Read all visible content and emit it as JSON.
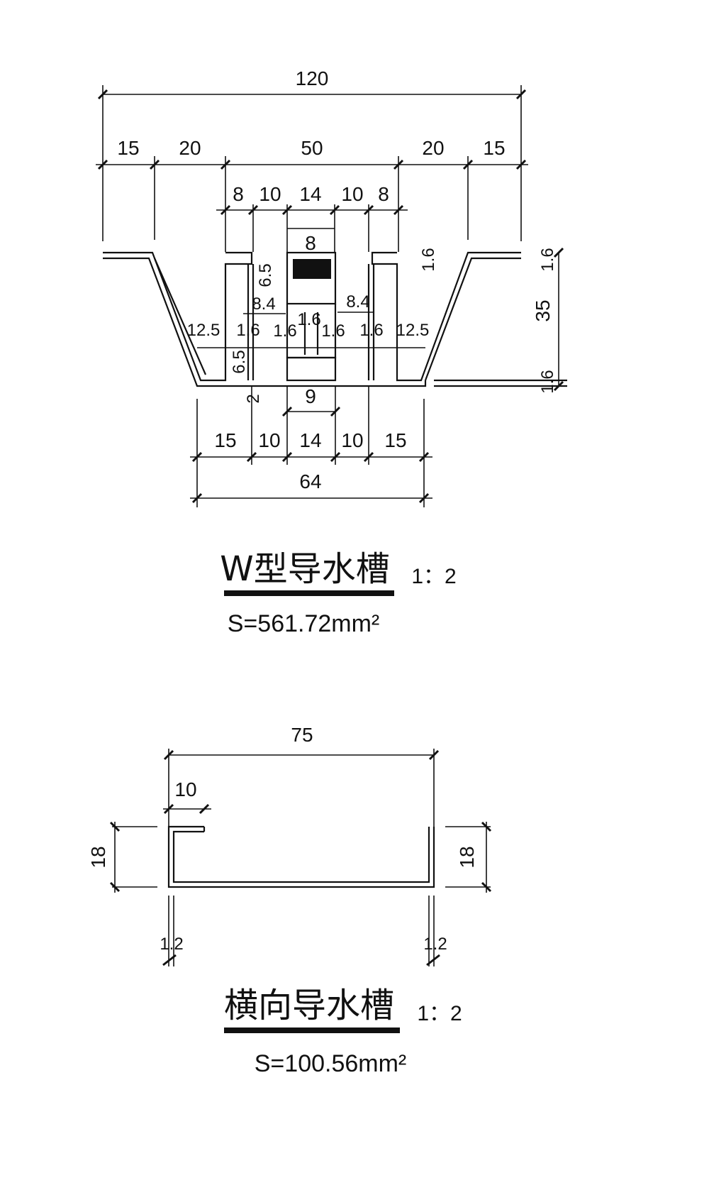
{
  "w_channel": {
    "title": "W型导水槽",
    "scale": "1：2",
    "area": "S=561.72mm²",
    "dims": {
      "overall_top": "120",
      "top_segments": [
        "15",
        "20",
        "50",
        "20",
        "15"
      ],
      "inner_segments": [
        "8",
        "10",
        "14",
        "10",
        "8"
      ],
      "slot": "8",
      "left_thk": "1.6",
      "right_thk_top": "1.6",
      "height": "35",
      "right_thk_bot": "1.6",
      "t65": "6.5",
      "w84_left": "8.4",
      "w84_right": "8.4",
      "w125_left": "12.5",
      "t16_a": "1.6",
      "t16_b": "1.6",
      "t16_c": "1.6",
      "t16_d": "1.6",
      "t16_e": "1.6",
      "w125_right": "12.5",
      "t65_b": "6.5",
      "t2": "2",
      "w9": "9",
      "bottom_segments": [
        "15",
        "10",
        "14",
        "10",
        "15"
      ],
      "overall_bottom": "64"
    }
  },
  "h_channel": {
    "title": "横向导水槽",
    "scale": "1：2",
    "area": "S=100.56mm²",
    "dims": {
      "overall": "75",
      "lip": "10",
      "left_height": "18",
      "right_height": "18",
      "left_thk": "1.2",
      "right_thk": "1.2"
    }
  }
}
